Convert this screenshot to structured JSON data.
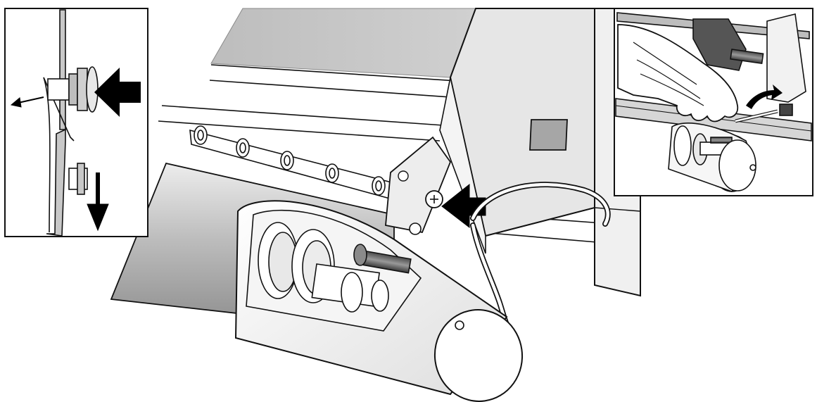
{
  "figure": {
    "panels": [
      {
        "id": "inset-left"
      },
      {
        "id": "main-view"
      },
      {
        "id": "inset-right"
      }
    ],
    "icons": {
      "push_arrow": "arrow-left-icon",
      "pull_arrow": "arrow-down-icon",
      "release_arrow": "arrow-left-small-icon",
      "connector": "plug-icon"
    },
    "colors": {
      "line": "#111111",
      "dark_gray": "#666666",
      "mid_gray": "#a0a0a0",
      "light_gray": "#d4d4d4",
      "panel_gray": "#e6e6e6",
      "arrow": "#000000"
    }
  }
}
